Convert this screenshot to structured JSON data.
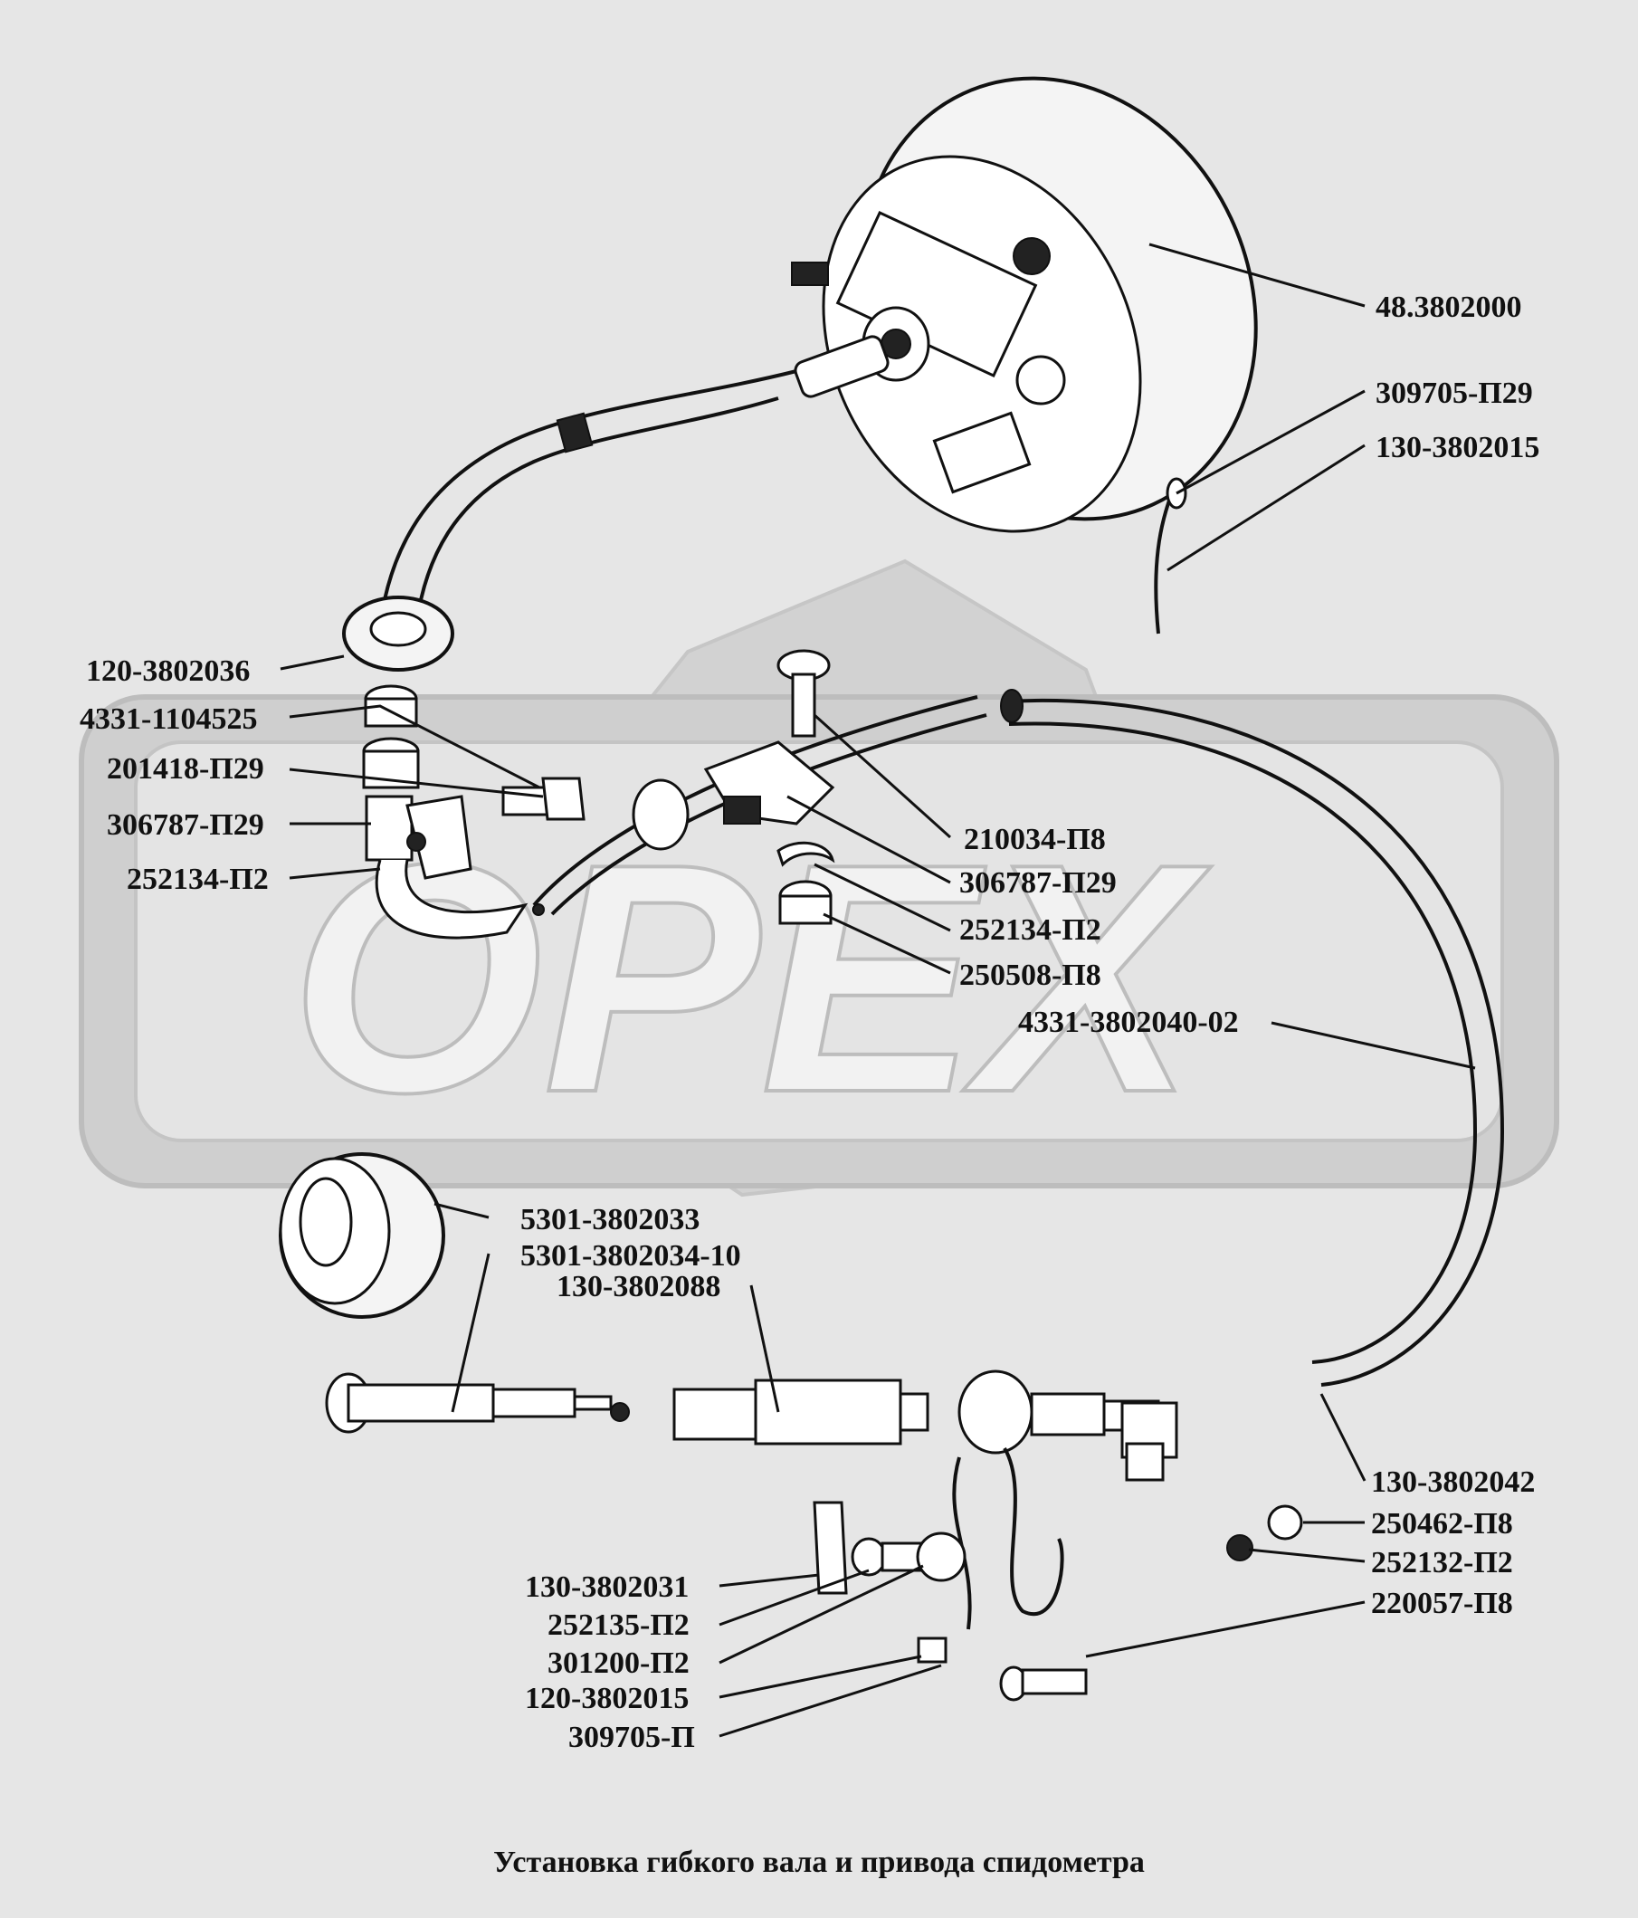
{
  "title": "Установка гибкого вала и привода спидометра",
  "watermark": "OPEX",
  "parts": [
    {
      "id": "p-speedometer",
      "label": "48.3802000"
    },
    {
      "id": "p-309705-p29",
      "label": "309705-П29"
    },
    {
      "id": "p-130-3802015",
      "label": "130-3802015"
    },
    {
      "id": "p-120-3802036",
      "label": "120-3802036"
    },
    {
      "id": "p-4331-1104525",
      "label": "4331-1104525"
    },
    {
      "id": "p-201418-p29",
      "label": "201418-П29"
    },
    {
      "id": "p-306787-p29-left",
      "label": "306787-П29"
    },
    {
      "id": "p-252134-p2-left",
      "label": "252134-П2"
    },
    {
      "id": "p-210034-p8",
      "label": "210034-П8"
    },
    {
      "id": "p-306787-p29-right",
      "label": "306787-П29"
    },
    {
      "id": "p-252134-p2-right",
      "label": "252134-П2"
    },
    {
      "id": "p-250508-p8",
      "label": "250508-П8"
    },
    {
      "id": "p-4331-3802040-02",
      "label": "4331-3802040-02"
    },
    {
      "id": "p-5301-3802033",
      "label": "5301-3802033"
    },
    {
      "id": "p-5301-3802034-10",
      "label": "5301-3802034-10"
    },
    {
      "id": "p-130-3802088",
      "label": "130-3802088"
    },
    {
      "id": "p-130-3802042",
      "label": "130-3802042"
    },
    {
      "id": "p-250462-p8",
      "label": "250462-П8"
    },
    {
      "id": "p-252132-p2",
      "label": "252132-П2"
    },
    {
      "id": "p-220057-p8",
      "label": "220057-П8"
    },
    {
      "id": "p-130-3802031",
      "label": "130-3802031"
    },
    {
      "id": "p-252135-p2",
      "label": "252135-П2"
    },
    {
      "id": "p-301200-p2",
      "label": "301200-П2"
    },
    {
      "id": "p-120-3802015",
      "label": "120-3802015"
    },
    {
      "id": "p-309705-p",
      "label": "309705-П"
    }
  ]
}
